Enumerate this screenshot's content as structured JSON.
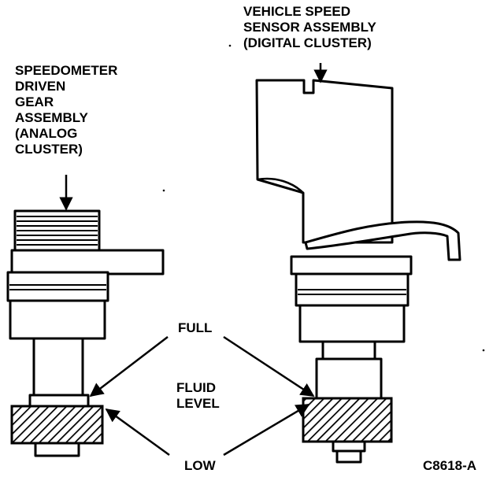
{
  "labels": {
    "vss_line1": "VEHICLE SPEED",
    "vss_line2": "SENSOR ASSEMBLY",
    "vss_line3": "(DIGITAL CLUSTER)",
    "speedo_line1": "SPEEDOMETER",
    "speedo_line2": "DRIVEN",
    "speedo_line3": "GEAR",
    "speedo_line4": "ASSEMBLY",
    "speedo_line5": "(ANALOG",
    "speedo_line6": "CLUSTER)",
    "full": "FULL",
    "fluid": "FLUID",
    "level": "LEVEL",
    "low": "LOW",
    "figure_id": "C8618-A"
  }
}
